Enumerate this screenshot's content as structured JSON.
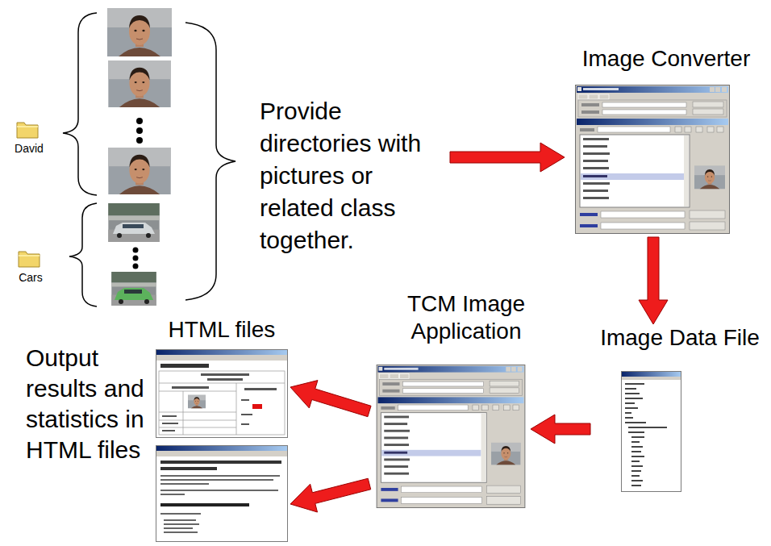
{
  "diagram": {
    "nodes": [
      {
        "text": [
          "Provide directories with pictures or related class together."
        ]
      },
      {
        "text": [
          "Image Converter"
        ]
      },
      {
        "text": [
          "Image Data File"
        ]
      },
      {
        "text": [
          "TCM Image Application"
        ]
      },
      {
        "text": [
          "HTML files"
        ]
      }
    ],
    "edges": [
      {
        "from": 0,
        "to": 1,
        "arrow": "to"
      },
      {
        "from": 1,
        "to": 2,
        "arrow": "to"
      },
      {
        "from": 2,
        "to": 3,
        "arrow": "to"
      },
      {
        "from": 3,
        "to": 4,
        "arrow": "to"
      },
      {
        "from": 3,
        "to": 4,
        "arrow": "to"
      }
    ],
    "labels": [
      "David",
      "Cars",
      "Output results and statistics in HTML files"
    ]
  }
}
